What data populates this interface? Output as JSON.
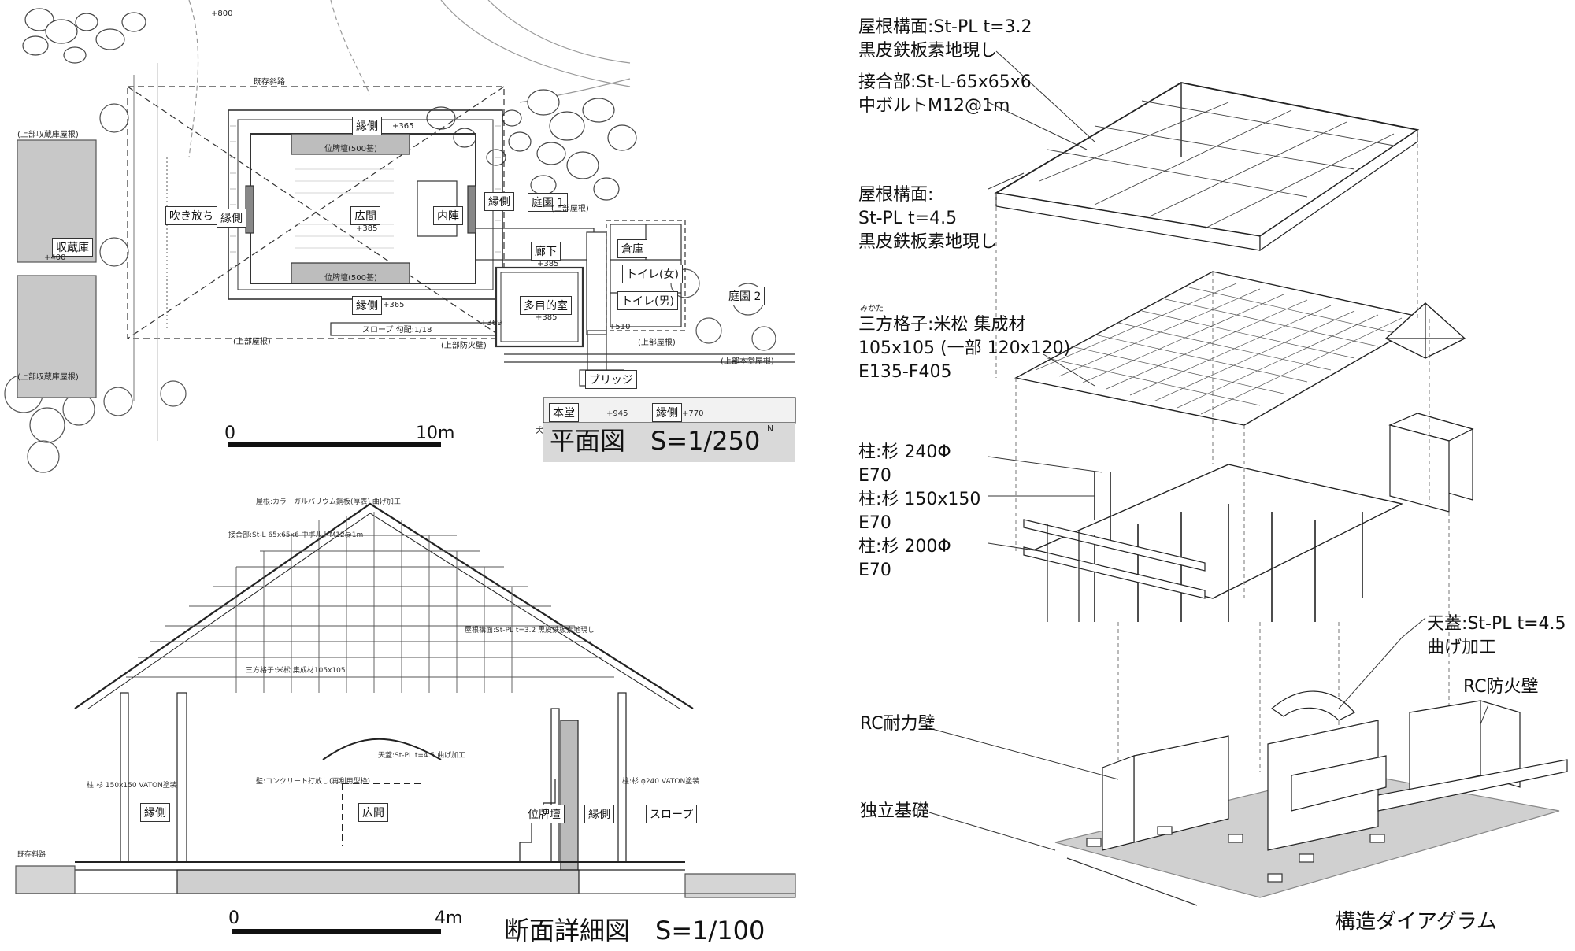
{
  "plan": {
    "title": "平面図　S=1/250",
    "scale_start": "0",
    "scale_end": "10m",
    "north": "N",
    "rooms": {
      "engawa_top": "縁側",
      "engawa_left": "縁側",
      "engawa_right": "縁側",
      "engawa_bottom": "縁側",
      "hiroma": "広間",
      "naijin": "内陣",
      "fukinuke": "吹き放ち",
      "shuzoko": "収蔵庫",
      "teien1": "庭園 1",
      "teien2": "庭園 2",
      "roka": "廊下",
      "soko": "倉庫",
      "toilet_f": "トイレ(女)",
      "toilet_m": "トイレ(男)",
      "tamokuteki": "多目的室",
      "bridge": "ブリッジ",
      "hondo": "本堂",
      "engawa_hondo": "縁側"
    },
    "notes": {
      "ihai_top": "位牌壇(500基)",
      "ihai_bottom": "位牌壇(500基)",
      "lv365a": "+365",
      "lv385": "+385",
      "lv365b": "+365",
      "lv400": "+400",
      "lv385b": "+385",
      "lv385c": "+385",
      "lv369": "+369",
      "lv510": "+510",
      "lv945": "+945",
      "lv770": "+770",
      "lv800": "+800",
      "slope": "スロープ 勾配:1/18",
      "kizon": "既存斜路",
      "jobu_yane1": "(上部屋根)",
      "jobu_yane2": "(上部屋根)",
      "jobu_shuzo1": "(上部収蔵庫屋根)",
      "jobu_shuzo2": "(上部収蔵庫屋根)",
      "jobu_bouka": "(上部防火壁)",
      "jobu_hondo": "(上部本堂屋根)",
      "inubashiri": "犬走り",
      "jobu_yane3": "(上部屋根)"
    }
  },
  "section": {
    "title": "断面詳細図　S=1/100",
    "scale_start": "0",
    "scale_end": "4m",
    "rooms": {
      "engawa_l": "縁側",
      "hiroma": "広間",
      "ihaidan": "位牌壇",
      "engawa_r": "縁側",
      "slope": "スロープ"
    },
    "notes": [
      "屋根:カラーガルバリウム鋼板(厚表) 曲げ加工",
      "接合部:St-L 65x65x6 中ボルトM12@1m",
      "屋根構面:St-PL t=3.2 黒皮鉄板素地現し",
      "三方格子:米松 集成材105x105",
      "天蓋:St-PL t=4.5 曲げ加工",
      "柱:杉 150x150 VATON塗装",
      "柱:杉 φ240 VATON塗装",
      "既存斜路",
      "壁:コンクリート打放し(再利用型枠)"
    ]
  },
  "diagram": {
    "title": "構造ダイアグラム",
    "labels": {
      "roof_top_1": "屋根構面:St-PL t=3.2",
      "roof_top_2": "黒皮鉄板素地現し",
      "joint_1": "接合部:St-L-65x65x6",
      "joint_2": "中ボルトM12@1m",
      "roof2_1": "屋根構面:",
      "roof2_2": "St-PL t=4.5",
      "roof2_3": "黒皮鉄板素地現し",
      "grid_ruby": "みかた",
      "grid_1": "三方格子:米松 集成材",
      "grid_2": "105x105 (一部 120x120)",
      "grid_3": "E135-F405",
      "col1_1": "柱:杉 240Φ",
      "col1_2": "E70",
      "col2_1": "柱:杉 150x150",
      "col2_2": "E70",
      "col3_1": "柱:杉 200Φ",
      "col3_2": "E70",
      "canopy_1": "天蓋:St-PL t=4.5",
      "canopy_2": "曲げ加工",
      "rc_fire": "RC防火壁",
      "rc_wall": "RC耐力壁",
      "footing": "独立基礎"
    }
  }
}
